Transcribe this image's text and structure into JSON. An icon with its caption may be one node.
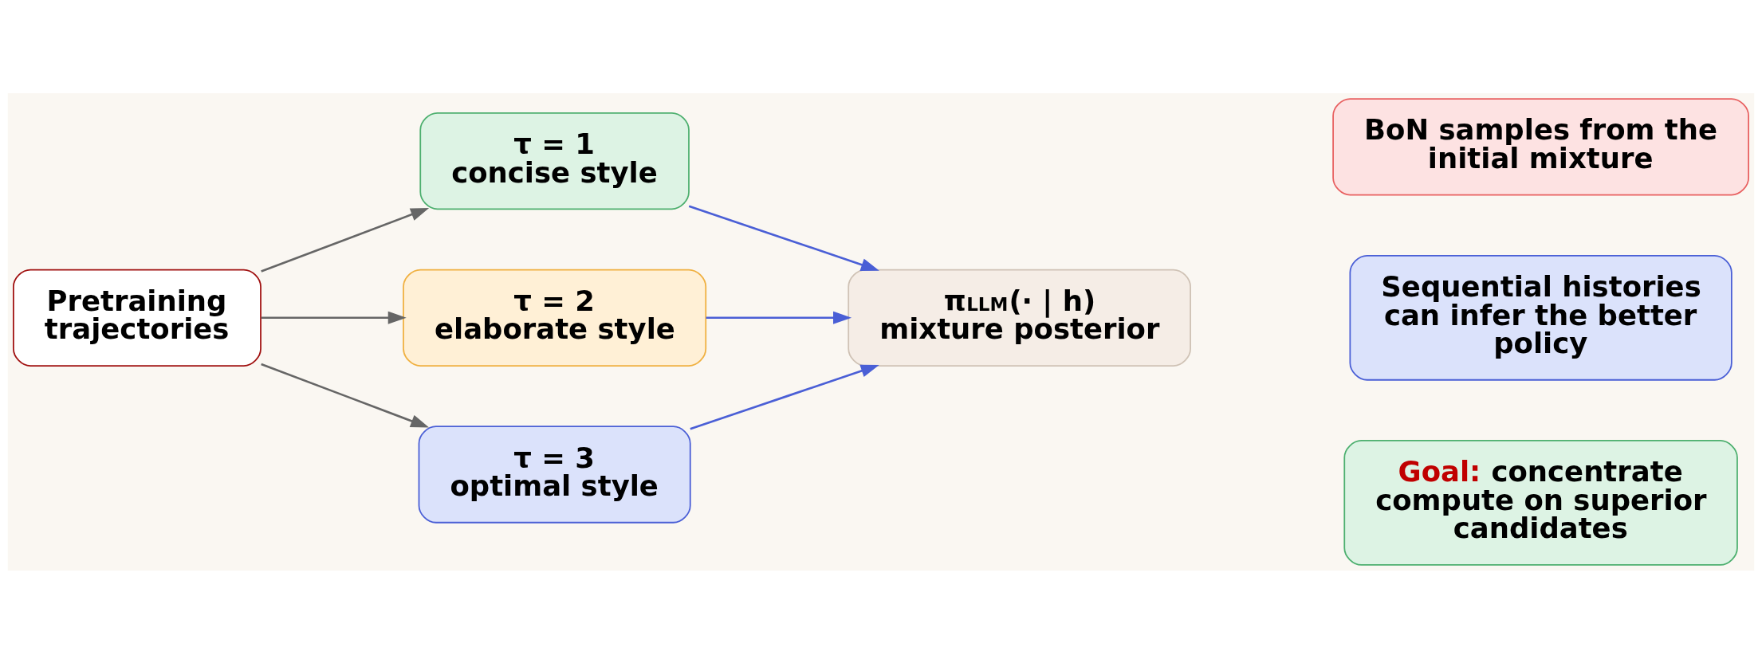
{
  "diagram": {
    "nodes": [
      {
        "text": [
          "Pretraining trajectories"
        ]
      },
      {
        "text": [
          "τ = 1",
          "concise style"
        ]
      },
      {
        "text": [
          "τ = 2",
          "elaborate style"
        ]
      },
      {
        "text": [
          "τ = 3",
          "optimal style"
        ]
      },
      {
        "text": [
          "π$_{LLM}$(· | h)",
          "mixture posterior"
        ]
      },
      {
        "text": [
          "BoN samples from the initial mixture"
        ]
      },
      {
        "text": [
          "Sequential histories can infer the better policy"
        ]
      },
      {
        "text": [
          "**Goal:** concentrate compute on superior candidates"
        ]
      }
    ],
    "edges": [
      {
        "from": 0,
        "to": 1,
        "arrow": "to"
      },
      {
        "from": 0,
        "to": 2,
        "arrow": "to"
      },
      {
        "from": 0,
        "to": 3,
        "arrow": "to"
      },
      {
        "from": 1,
        "to": 4,
        "arrow": "to",
        "color": "#4a5fd6"
      },
      {
        "from": 2,
        "to": 4,
        "arrow": "to",
        "color": "#4a5fd6"
      },
      {
        "from": 3,
        "to": 4,
        "arrow": "to",
        "color": "#4a5fd6"
      }
    ]
  }
}
